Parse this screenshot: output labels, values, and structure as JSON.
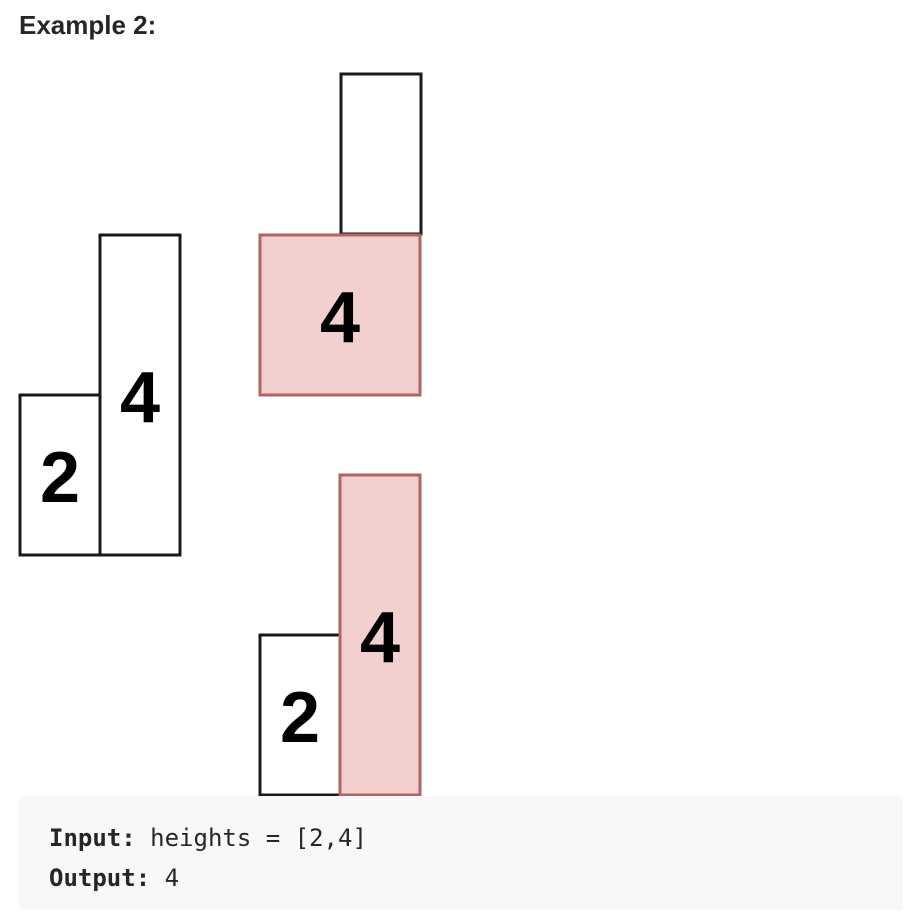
{
  "heading": "Example 2:",
  "diagram": {
    "colors": {
      "highlight_fill": "#f2d0cf",
      "highlight_stroke": "#b26564",
      "plain_fill": "#ffffff",
      "plain_stroke": "#1a1a1a"
    },
    "groups": [
      {
        "name": "input",
        "bars": [
          {
            "label": "2",
            "height": 2
          },
          {
            "label": "4",
            "height": 4
          }
        ]
      },
      {
        "name": "option-square",
        "bars": [
          {
            "label": "4",
            "height": 2,
            "width_units": 2,
            "highlight": true
          },
          {
            "label": "",
            "height": 2,
            "stacked": true
          }
        ]
      },
      {
        "name": "option-tall",
        "bars": [
          {
            "label": "2",
            "height": 2
          },
          {
            "label": "4",
            "height": 4,
            "highlight": true
          }
        ]
      }
    ]
  },
  "example": {
    "input_key": "Input:",
    "input_value": " heights = [2,4]",
    "output_key": "Output:",
    "output_value": " 4"
  }
}
